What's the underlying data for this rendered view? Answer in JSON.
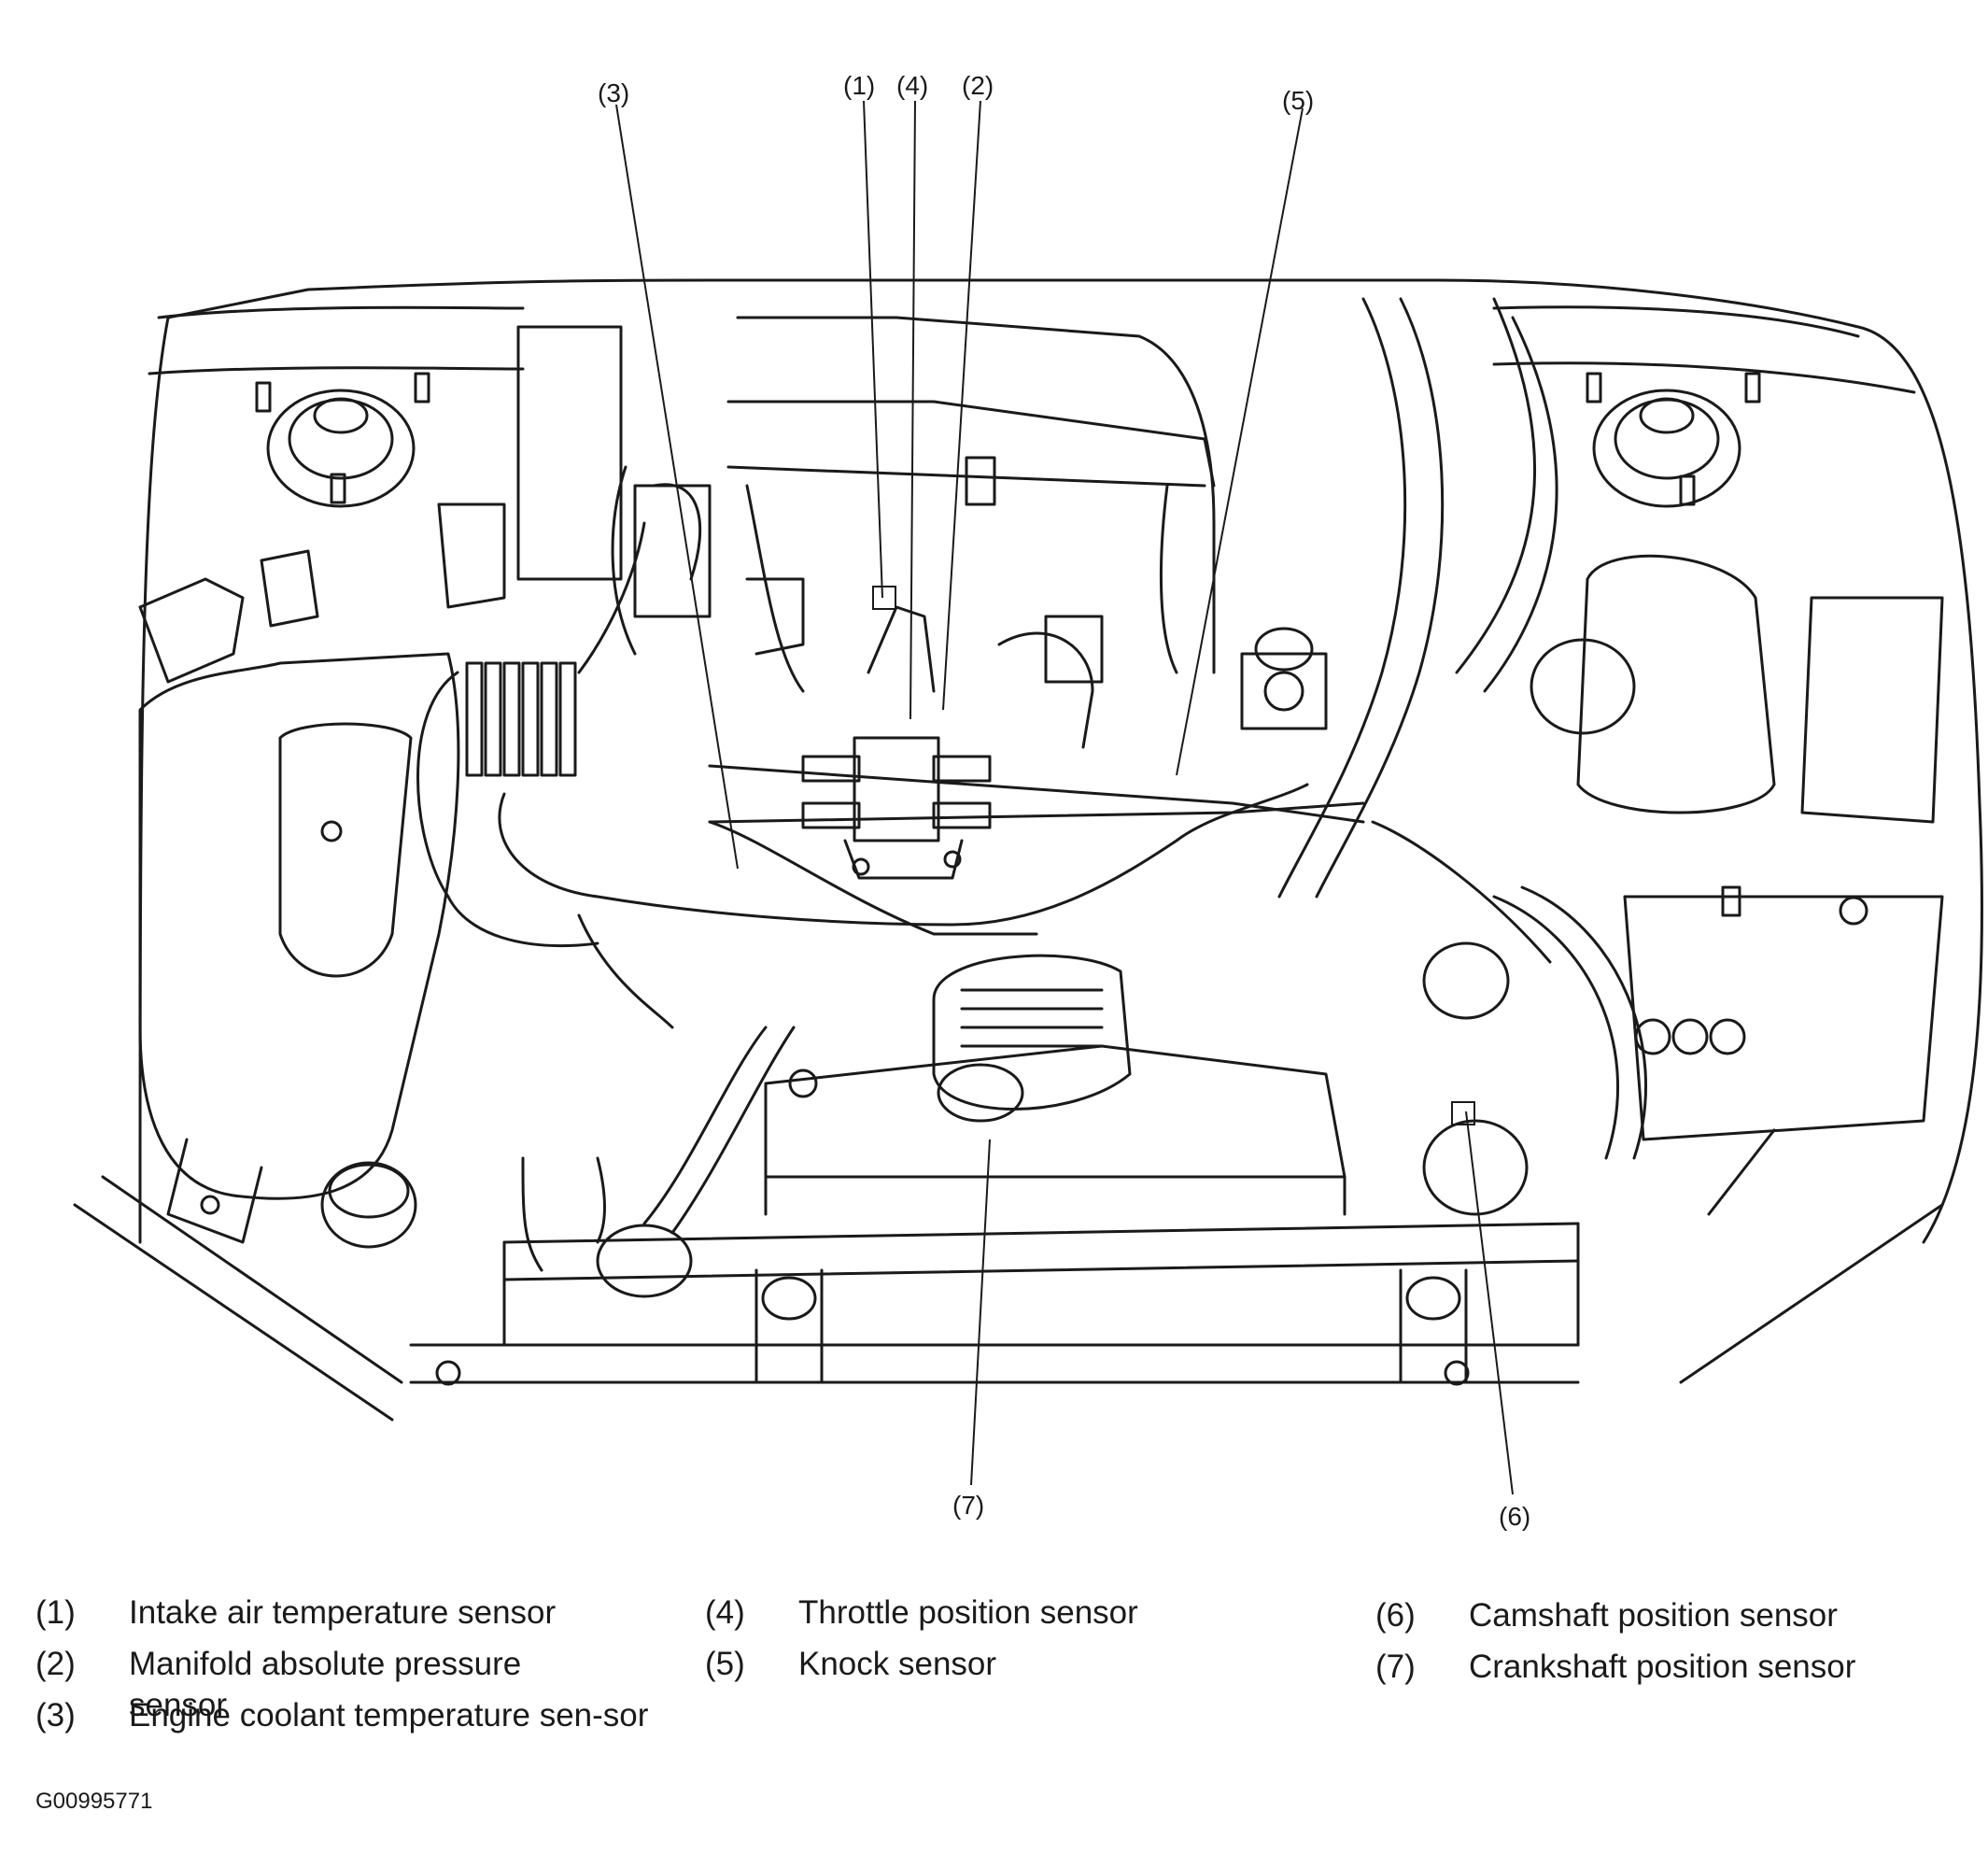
{
  "diagram": {
    "callouts": {
      "c1": "(1)",
      "c4": "(4)",
      "c2": "(2)",
      "c3": "(3)",
      "c5": "(5)",
      "c7": "(7)",
      "c6": "(6)"
    }
  },
  "legend": [
    {
      "num": "(1)",
      "text": "Intake air temperature sensor"
    },
    {
      "num": "(2)",
      "text": "Manifold absolute pressure sensor"
    },
    {
      "num": "(3)",
      "text": "Engine coolant temperature sen-sor"
    },
    {
      "num": "(4)",
      "text": "Throttle position sensor"
    },
    {
      "num": "(5)",
      "text": "Knock sensor"
    },
    {
      "num": "(6)",
      "text": "Camshaft position sensor"
    },
    {
      "num": "(7)",
      "text": "Crankshaft position sensor"
    }
  ],
  "figure_code": "G00995771"
}
